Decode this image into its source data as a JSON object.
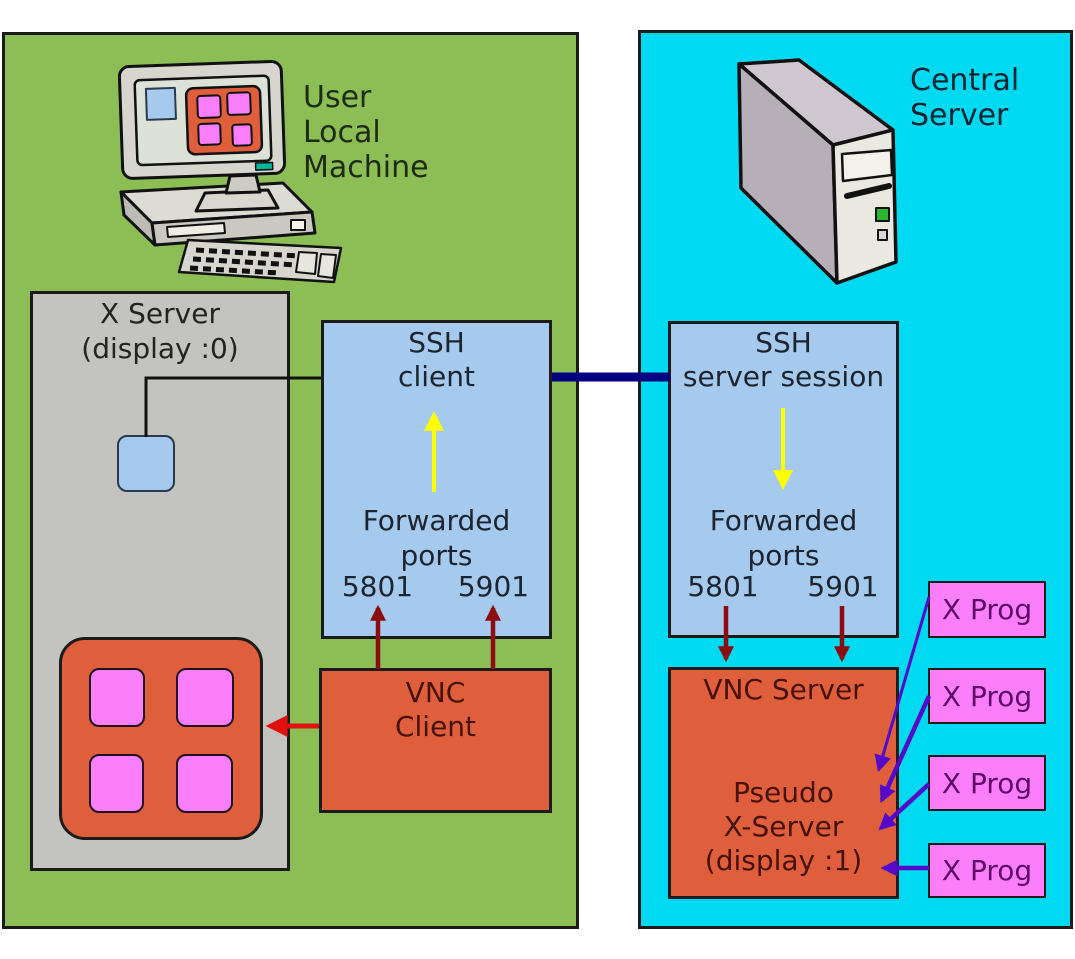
{
  "left_panel": {
    "machine_label": {
      "line1": "User",
      "line2": "Local",
      "line3": "Machine"
    },
    "x_server_box": {
      "line1": "X Server",
      "line2": "(display :0)"
    },
    "ssh_client_box": {
      "line1": "SSH",
      "line2": "client",
      "forwarded": "Forwarded",
      "ports": "ports",
      "port_left": "5801",
      "port_right": "5901"
    },
    "vnc_client_box": {
      "line1": "VNC",
      "line2": "Client"
    }
  },
  "right_panel": {
    "server_label": {
      "line1": "Central",
      "line2": "Server"
    },
    "ssh_server_box": {
      "line1": "SSH",
      "line2": "server session",
      "forwarded": "Forwarded",
      "ports": "ports",
      "port_left": "5801",
      "port_right": "5901"
    },
    "vnc_server_box": {
      "title": "VNC Server",
      "line1": "Pseudo",
      "line2": "X-Server",
      "line3": "(display :1)"
    },
    "x_prog_boxes": [
      {
        "label": "X Prog"
      },
      {
        "label": "X Prog"
      },
      {
        "label": "X Prog"
      },
      {
        "label": "X Prog"
      }
    ]
  },
  "colors": {
    "panel-green": "#8cbe55",
    "panel-cyan": "#00d9f2",
    "box-blue": "#a6c9ee",
    "box-orange": "#df5f3c",
    "box-gray": "#c3c3bf",
    "pink": "#fb7efb",
    "navy-link": "#000080",
    "yellow-arrow": "#ffff00",
    "dark-red-arrow": "#8c0d0d",
    "red-arrow": "#e01111",
    "purple-arrow": "#5509c9",
    "outline": "#1a1a1a",
    "text-dark": "#1c2430",
    "text-maroon": "#471106",
    "text-purple": "#5f0a68",
    "text-green-panel": "#1d2b10",
    "text-cyan-panel": "#0f2430"
  }
}
